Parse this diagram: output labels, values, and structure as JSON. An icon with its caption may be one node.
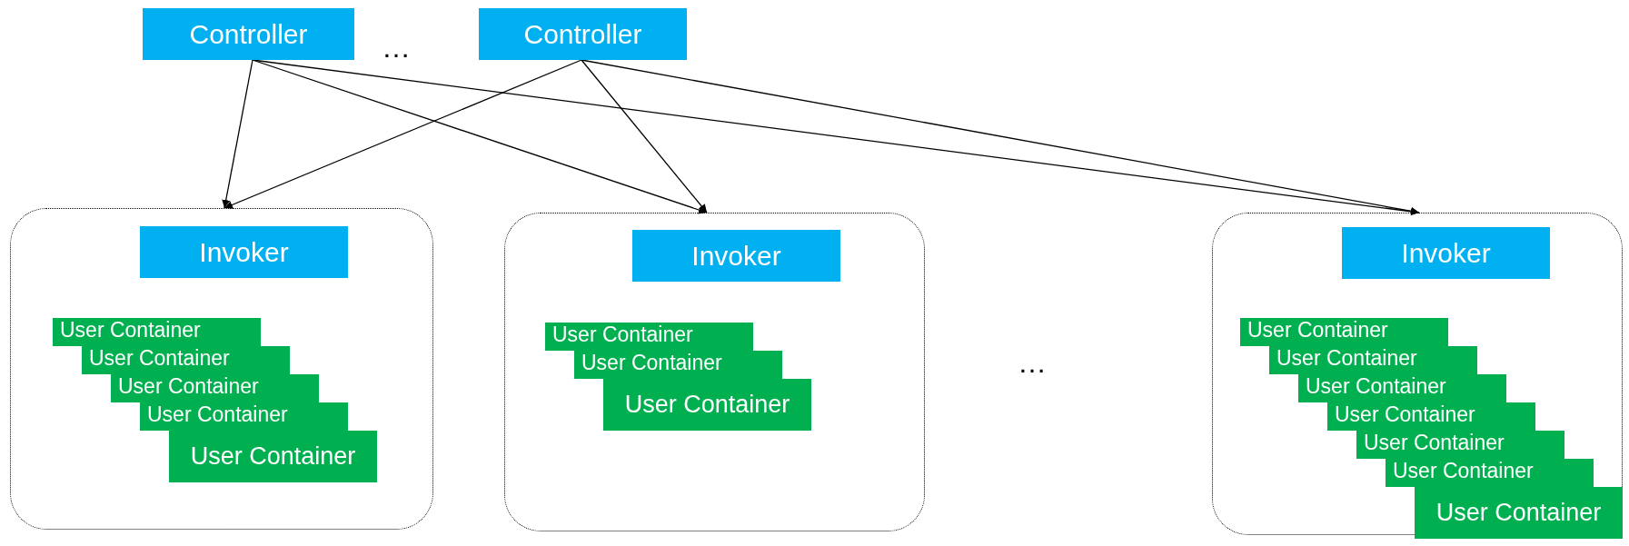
{
  "diagram": {
    "nodes": [
      {
        "text": [
          "Controller"
        ]
      },
      {
        "text": [
          "Controller"
        ]
      },
      {
        "text": [],
        "shape": "box"
      },
      {
        "text": [
          "Invoker"
        ],
        "in": 2
      },
      {
        "text": [
          "User Container"
        ],
        "in": 2
      },
      {
        "text": [
          "User Container"
        ],
        "in": 2
      },
      {
        "text": [
          "User Container"
        ],
        "in": 2
      },
      {
        "text": [
          "User Container"
        ],
        "in": 2
      },
      {
        "text": [
          "User Container"
        ],
        "in": 2
      },
      {
        "text": [],
        "shape": "box"
      },
      {
        "text": [
          "Invoker"
        ],
        "in": 9
      },
      {
        "text": [
          "User Container"
        ],
        "in": 9
      },
      {
        "text": [
          "User Container"
        ],
        "in": 9
      },
      {
        "text": [
          "User Container"
        ],
        "in": 9
      },
      {
        "text": [],
        "shape": "box"
      },
      {
        "text": [
          "Invoker"
        ],
        "in": 14
      },
      {
        "text": [
          "User Container"
        ],
        "in": 14
      },
      {
        "text": [
          "User Container"
        ],
        "in": 14
      },
      {
        "text": [
          "User Container"
        ],
        "in": 14
      },
      {
        "text": [
          "User Container"
        ],
        "in": 14
      },
      {
        "text": [
          "User Container"
        ],
        "in": 14
      },
      {
        "text": [
          "User Container"
        ],
        "in": 14
      },
      {
        "text": [
          "User Container"
        ],
        "in": 14
      }
    ],
    "edges": [
      {
        "from": 0,
        "to": 2,
        "arrow": "to"
      },
      {
        "from": 0,
        "to": 9,
        "arrow": "to"
      },
      {
        "from": 0,
        "to": 14,
        "arrow": "to"
      },
      {
        "from": 1,
        "to": 2,
        "arrow": "to"
      },
      {
        "from": 1,
        "to": 9,
        "arrow": "to"
      },
      {
        "from": 1,
        "to": 14,
        "arrow": "to"
      }
    ],
    "labels": [
      "…",
      "…"
    ]
  }
}
